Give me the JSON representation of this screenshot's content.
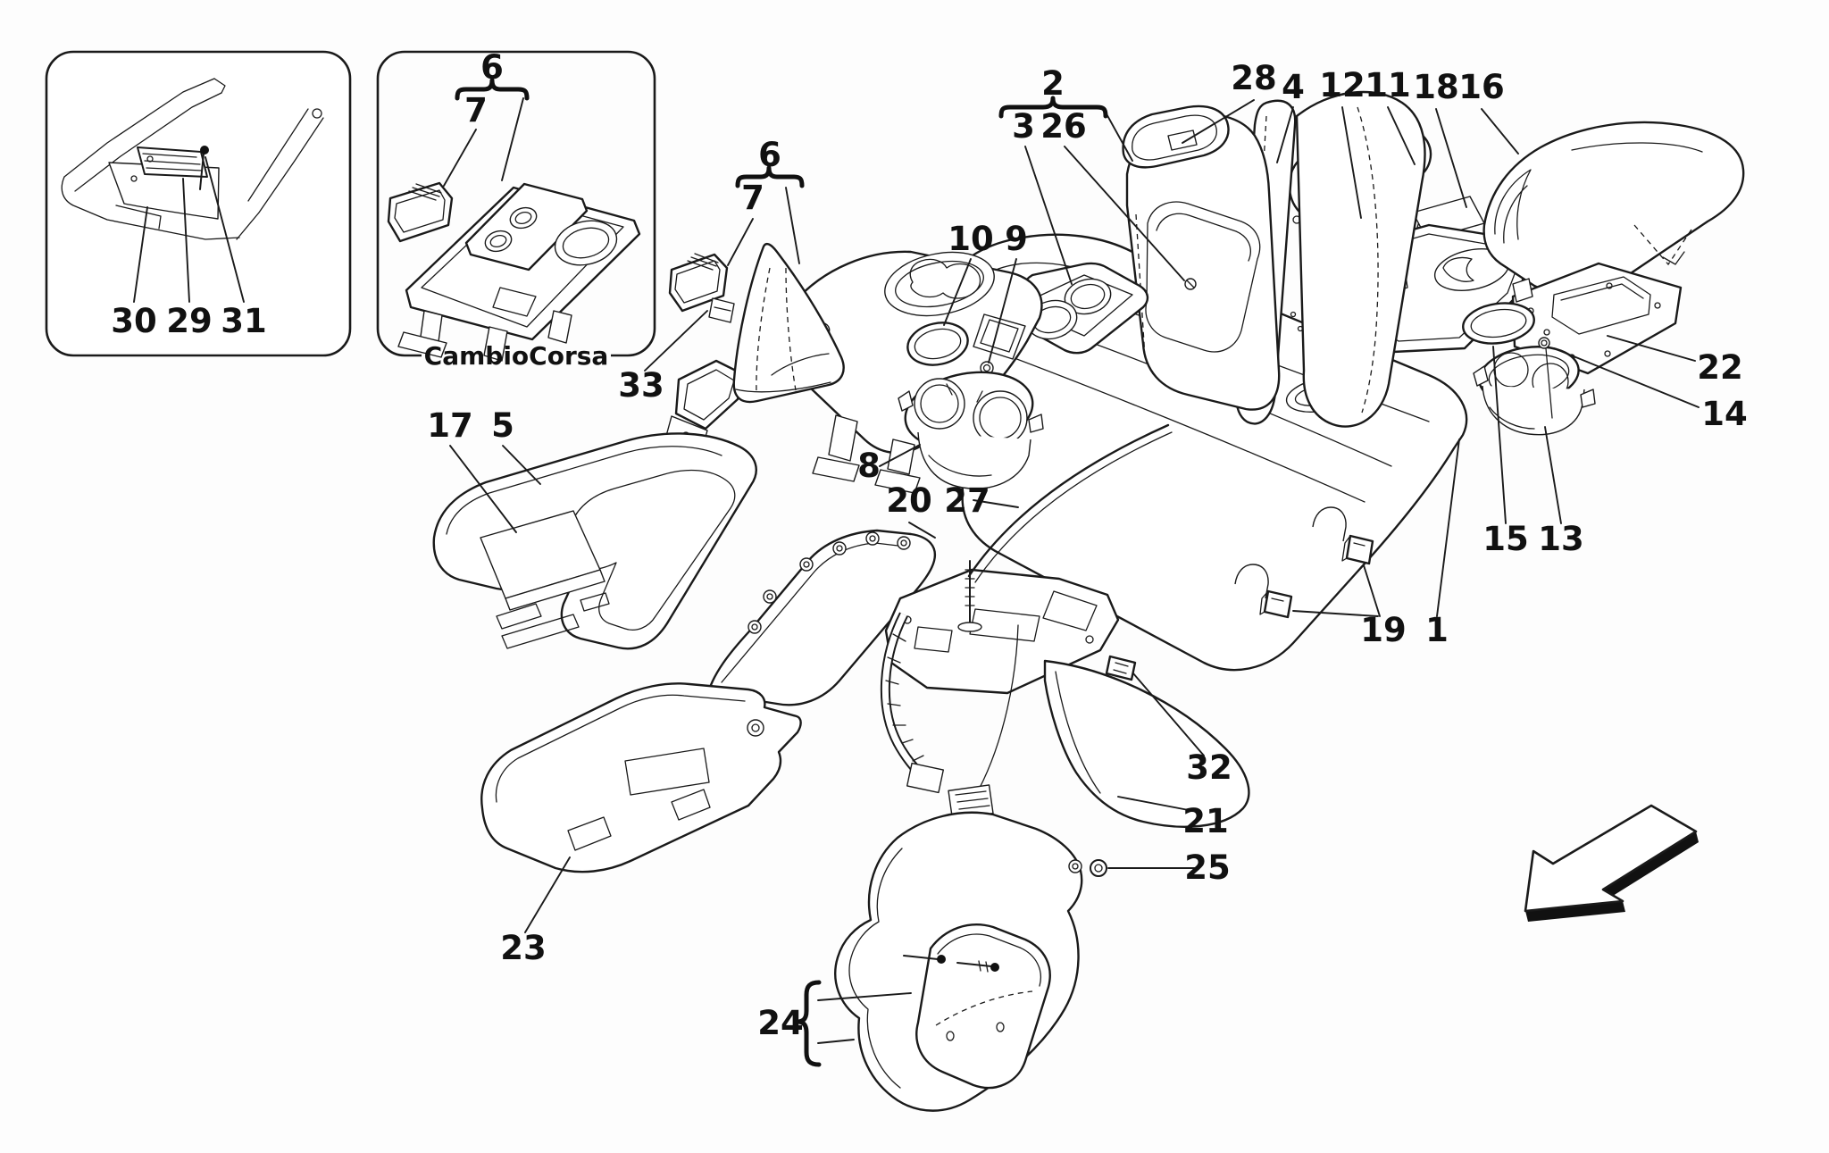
{
  "diagram": {
    "caption": "CambioCorsa",
    "callouts": {
      "1": "1",
      "2": "2",
      "3": "3",
      "4": "4",
      "5": "5",
      "6": "6",
      "7": "7",
      "8": "8",
      "9": "9",
      "10": "10",
      "11": "11",
      "12": "12",
      "13": "13",
      "14": "14",
      "15": "15",
      "16": "16",
      "17": "17",
      "18": "18",
      "19": "19",
      "20": "20",
      "21": "21",
      "22": "22",
      "23": "23",
      "24": "24",
      "25": "25",
      "26": "26",
      "27": "27",
      "28": "28",
      "29": "29",
      "30": "30",
      "31": "31",
      "32": "32",
      "33": "33"
    }
  }
}
